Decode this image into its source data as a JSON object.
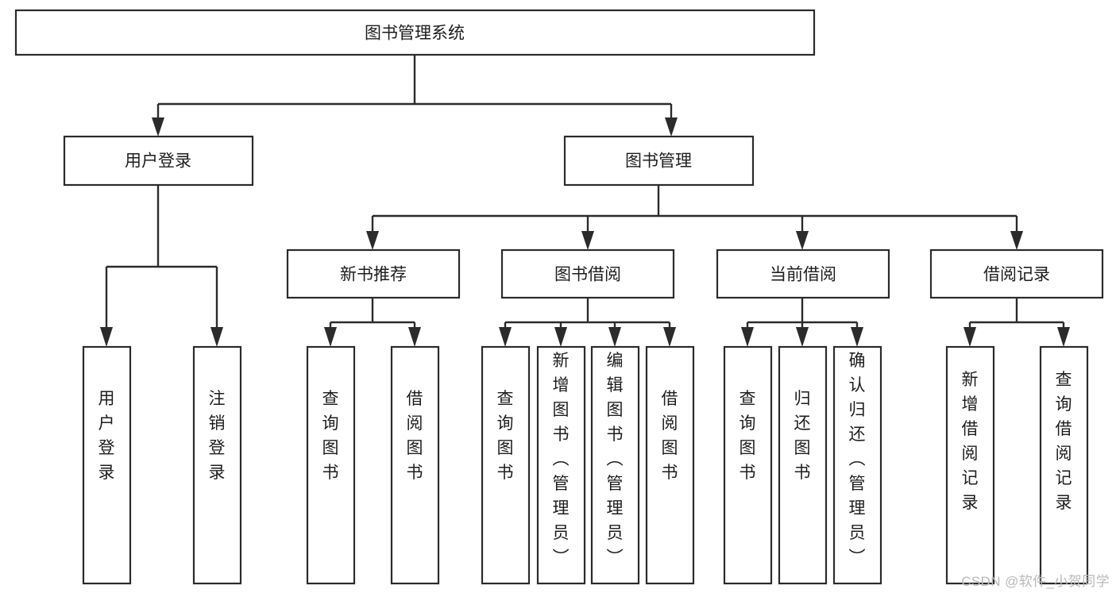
{
  "diagram": {
    "type": "tree-hierarchy",
    "title": "图书管理系统",
    "levels": [
      {
        "level": 1,
        "nodes": [
          {
            "id": "root",
            "label": "图书管理系统",
            "orientation": "horizontal"
          }
        ]
      },
      {
        "level": 2,
        "nodes": [
          {
            "id": "login",
            "label": "用户登录",
            "orientation": "horizontal",
            "parent": "root"
          },
          {
            "id": "bookmgmt",
            "label": "图书管理",
            "orientation": "horizontal",
            "parent": "root"
          }
        ]
      },
      {
        "level": 3,
        "nodes": [
          {
            "id": "newbook",
            "label": "新书推荐",
            "orientation": "horizontal",
            "parent": "bookmgmt"
          },
          {
            "id": "borrow",
            "label": "图书借阅",
            "orientation": "horizontal",
            "parent": "bookmgmt"
          },
          {
            "id": "current",
            "label": "当前借阅",
            "orientation": "horizontal",
            "parent": "bookmgmt"
          },
          {
            "id": "records",
            "label": "借阅记录",
            "orientation": "horizontal",
            "parent": "bookmgmt"
          }
        ]
      },
      {
        "level": 4,
        "nodes": [
          {
            "id": "leaf-user-login",
            "label": "用户登录",
            "orientation": "vertical",
            "parent": "login"
          },
          {
            "id": "leaf-user-logout",
            "label": "注销登录",
            "orientation": "vertical",
            "parent": "login"
          },
          {
            "id": "leaf-query-book-new",
            "label": "查询图书",
            "orientation": "vertical",
            "parent": "newbook"
          },
          {
            "id": "leaf-borrow-book-new",
            "label": "借阅图书",
            "orientation": "vertical",
            "parent": "newbook"
          },
          {
            "id": "leaf-query-book-borrow",
            "label": "查询图书",
            "orientation": "vertical",
            "parent": "borrow"
          },
          {
            "id": "leaf-add-book",
            "label": "新增图书（管理员）",
            "orientation": "vertical",
            "parent": "borrow"
          },
          {
            "id": "leaf-edit-book",
            "label": "编辑图书（管理员）",
            "orientation": "vertical",
            "parent": "borrow"
          },
          {
            "id": "leaf-borrow-book",
            "label": "借阅图书",
            "orientation": "vertical",
            "parent": "borrow"
          },
          {
            "id": "leaf-query-book-current",
            "label": "查询图书",
            "orientation": "vertical",
            "parent": "current"
          },
          {
            "id": "leaf-return-book",
            "label": "归还图书",
            "orientation": "vertical",
            "parent": "current"
          },
          {
            "id": "leaf-confirm-return",
            "label": "确认归还（管理员）",
            "orientation": "vertical",
            "parent": "current"
          },
          {
            "id": "leaf-add-record",
            "label": "新增借阅记录",
            "orientation": "vertical",
            "parent": "records"
          },
          {
            "id": "leaf-query-record",
            "label": "查询借阅记录",
            "orientation": "vertical",
            "parent": "records"
          }
        ]
      }
    ]
  },
  "watermark": {
    "text": "CSDN @软件_小贺同学"
  },
  "colors": {
    "box_stroke": "#2b2b2b",
    "box_fill": "#ffffff",
    "text": "#1d1d1d",
    "background": "#ffffff",
    "watermark": "#b9b9b9"
  }
}
